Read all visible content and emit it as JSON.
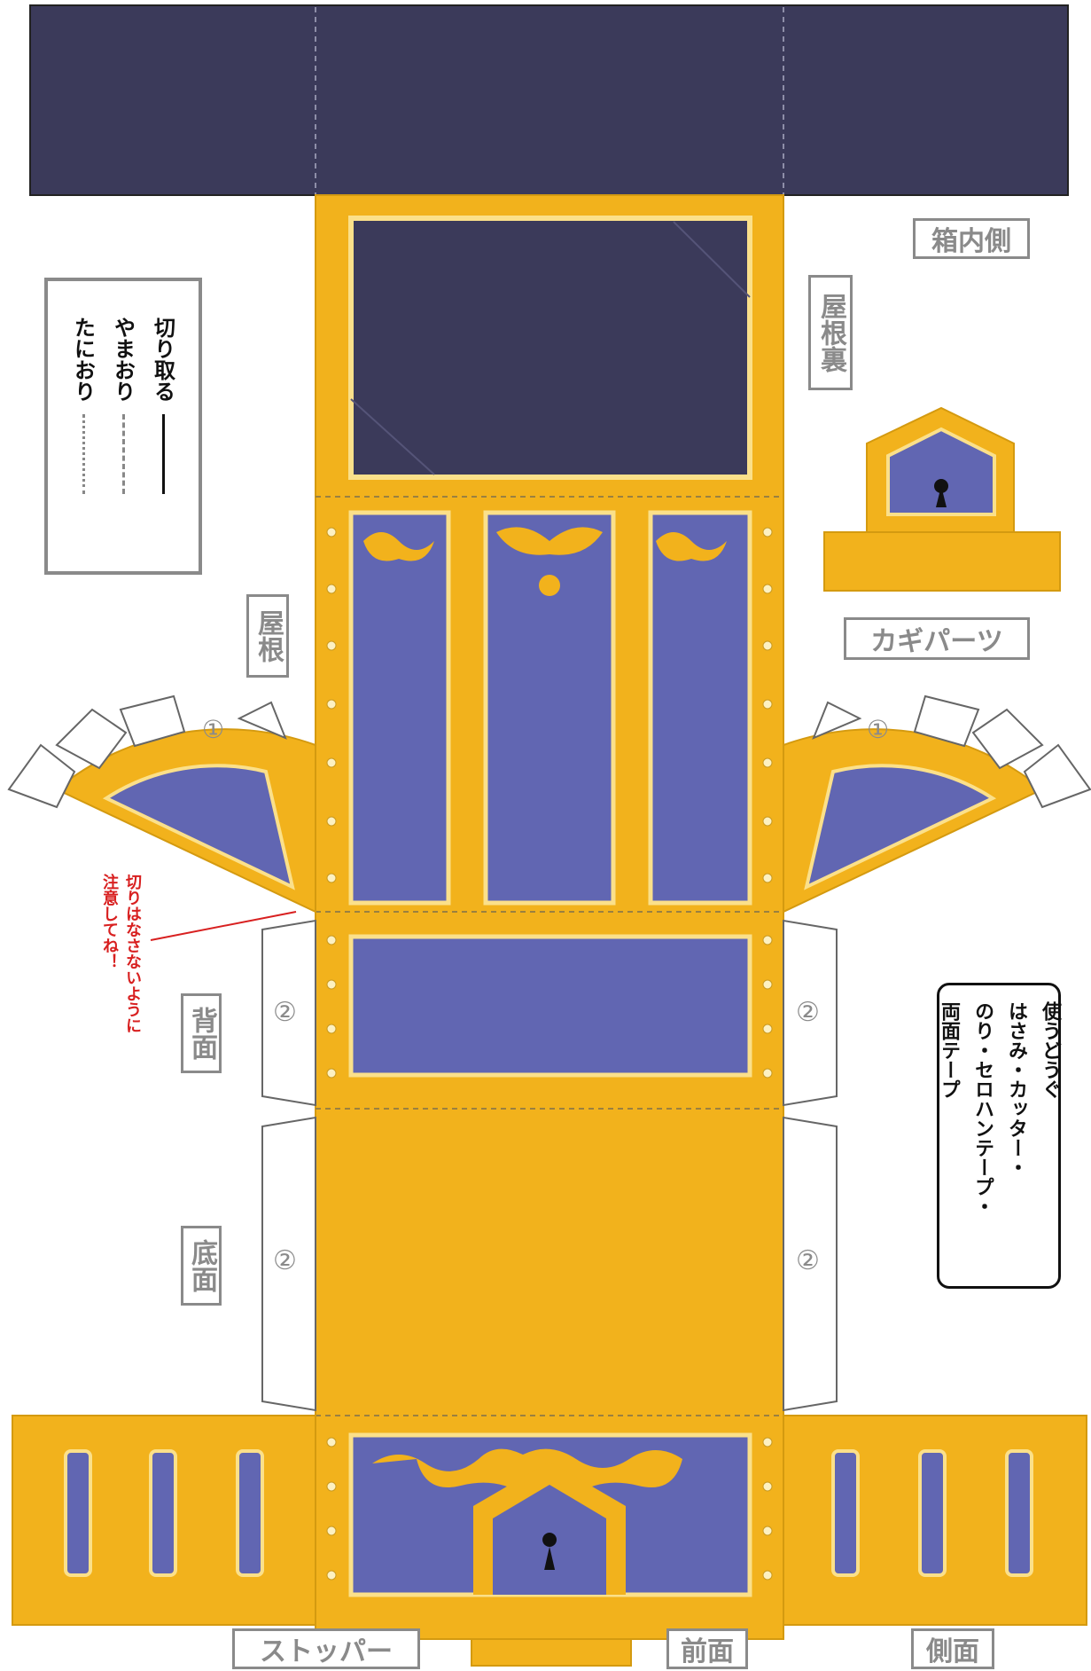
{
  "colors": {
    "navy": "#3b3a5a",
    "gold": "#f2b21c",
    "purple": "#6166b2",
    "gray": "#8a8a8a",
    "red": "#d82020"
  },
  "legend": {
    "cut": "切り取る",
    "mountain": "やまおり",
    "valley": "たにおり"
  },
  "labels": {
    "hako_uchigawa": "箱内側",
    "yane_ura": "屋根裏",
    "yane": "屋根",
    "kagi_parts": "カギパーツ",
    "haimen": "背面",
    "teimen": "底面",
    "stopper": "ストッパー",
    "zenmen": "前面",
    "sokumen": "側面"
  },
  "warning": {
    "line1": "切りはなさないように",
    "line2": "注意してね！"
  },
  "tools": {
    "title": "使うどうぐ",
    "line1": "はさみ・カッター・",
    "line2": "のり・セロハンテープ・",
    "line3": "両面テープ"
  },
  "tab_numbers": {
    "one": "①",
    "two": "②"
  }
}
